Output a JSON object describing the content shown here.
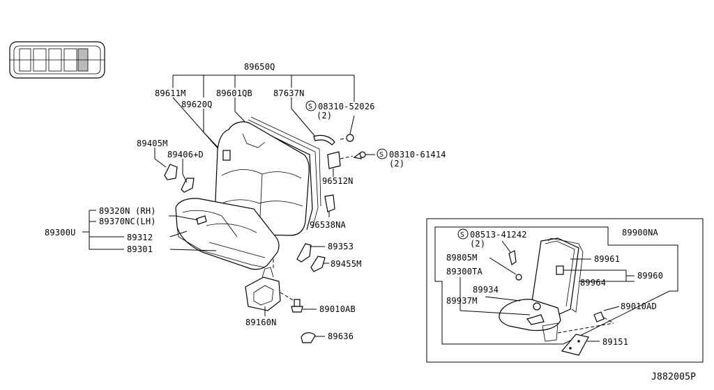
{
  "labels": {
    "p89650Q": "89650Q",
    "p89611M": "89611M",
    "p89601QB": "89601QB",
    "p87637N": "87637N",
    "p89620Q": "89620Q",
    "s08310_52026": "08310-52026",
    "q2_a": "(2)",
    "p89405M": "89405M",
    "p89406D": "89406+D",
    "s08310_61414": "08310-61414",
    "q2_b": "(2)",
    "p96512N": "96512N",
    "p89320N": "89320N (RH)",
    "p89370NC": "89370NC(LH)",
    "p89300U": "89300U",
    "p89312": "89312",
    "p89301": "89301",
    "p96538NA": "96538NA",
    "p89353": "89353",
    "p89455M": "89455M",
    "p89010AB": "89010AB",
    "p89160N": "89160N",
    "p89636": "89636",
    "s08513_41242": "08513-41242",
    "q2_c": "(2)",
    "p89900NA": "89900NA",
    "p89805M": "89805M",
    "p89961": "89961",
    "p89300TA": "89300TA",
    "p89934": "89934",
    "p89960": "89960",
    "p89937M": "89937M",
    "p89964": "89964",
    "p89010AD": "89010AD",
    "p89151": "89151",
    "ref": "J882005P",
    "s_mark": "S"
  }
}
